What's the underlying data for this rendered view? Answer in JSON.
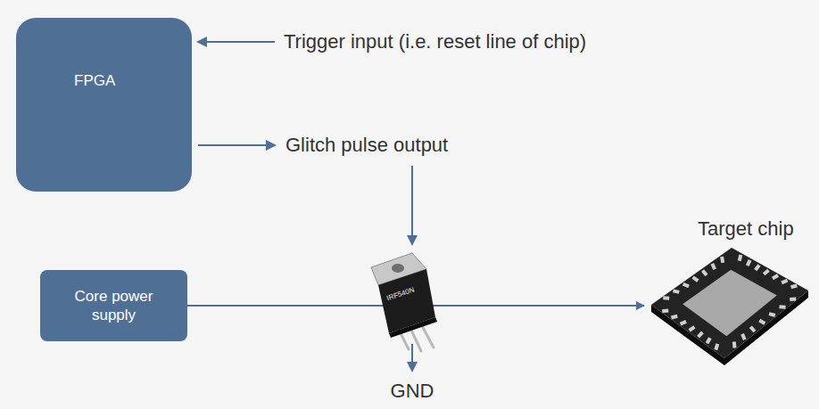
{
  "diagram": {
    "nodes": [
      {
        "text": [
          "FPGA"
        ]
      },
      {
        "text": [
          "Core power supply"
        ]
      },
      {
        "text": [
          "Target chip"
        ]
      }
    ],
    "edges": [
      {
        "from": 1,
        "to": 2,
        "arrow": "to"
      }
    ],
    "labels": [
      "Trigger input (i.e. reset line of chip)",
      "Glitch pulse output",
      "GND",
      "IRF540N"
    ]
  }
}
